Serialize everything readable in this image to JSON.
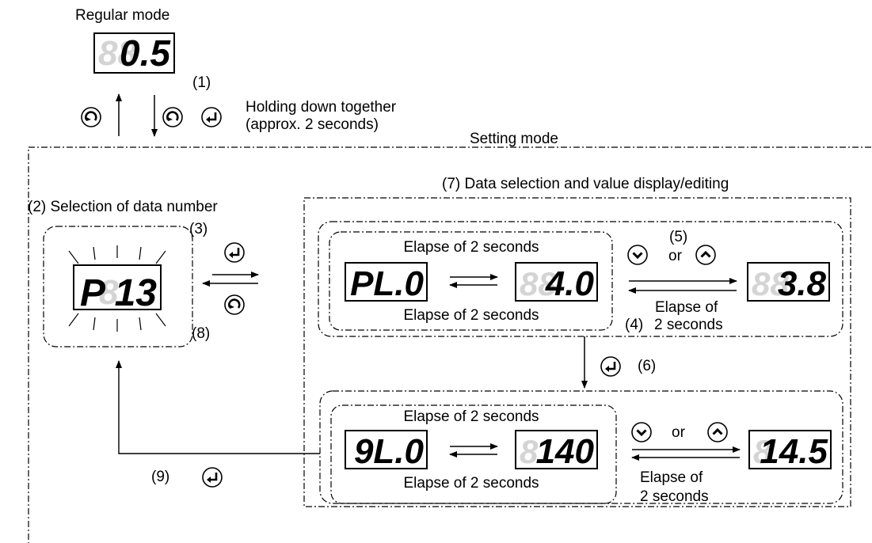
{
  "regular_mode": {
    "label": "Regular mode",
    "display": "0.5",
    "dim_digits": "88"
  },
  "transition": {
    "step": "(1)",
    "note_line1": "Holding down together",
    "note_line2": "(approx. 2 seconds)",
    "icons": [
      "mode-key-icon",
      "mode-key-icon",
      "enter-key-icon"
    ]
  },
  "setting_mode": {
    "label": "Setting mode"
  },
  "selection": {
    "title": "(2) Selection of data number",
    "display": "P 13",
    "dim_digit": "8",
    "step_enter": "(3)",
    "step_return": "(8)",
    "icons": [
      "enter-key-icon",
      "mode-key-icon"
    ]
  },
  "data_panel": {
    "title": "(7)  Data selection and value display/editing"
  },
  "row1": {
    "top_note": "Elapse of 2 seconds",
    "bottom_note": "Elapse of 2 seconds",
    "name_display": "PL.0",
    "value_display": "4.0",
    "value_dim": "88",
    "edit_step": "(5)",
    "or_label": "or",
    "edited_display": "3.8",
    "edited_dim": "88",
    "elapse_step": "(4)",
    "elapse_line1": "Elapse of",
    "elapse_line2": "2 seconds",
    "icons": [
      "down-key-icon",
      "up-key-icon"
    ]
  },
  "advance": {
    "step": "(6)",
    "icon": "enter-key-icon"
  },
  "row2": {
    "top_note": "Elapse of 2 seconds",
    "bottom_note": "Elapse of 2 seconds",
    "name_display": "9L.0",
    "value_display": "140",
    "value_dim": "8",
    "or_label": "or",
    "edited_display": "14.5",
    "edited_dim": "8",
    "elapse_line1": "Elapse of",
    "elapse_line2": "2 seconds",
    "icons": [
      "down-key-icon",
      "up-key-icon"
    ]
  },
  "exit": {
    "step": "(9)",
    "icon": "enter-key-icon"
  }
}
